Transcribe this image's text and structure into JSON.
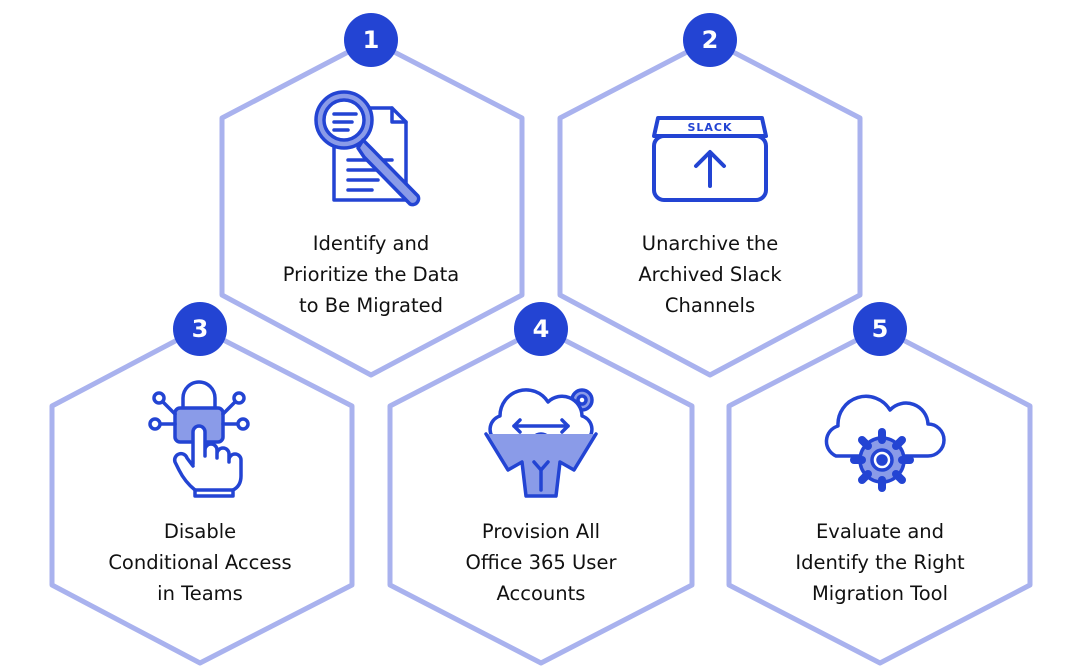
{
  "colors": {
    "hexagon_stroke": "#a9b2ee",
    "badge_fill": "#2344d3",
    "icon_stroke": "#2344d3",
    "icon_fill_light": "#8a9be8",
    "text": "#111111"
  },
  "steps": [
    {
      "number": "1",
      "label": "Identify and\nPrioritize the Data\nto Be Migrated",
      "icon": "document-magnifier-icon"
    },
    {
      "number": "2",
      "label": "Unarchive the\nArchived Slack\nChannels",
      "icon": "slack-archive-box-icon",
      "icon_text": "SLACK"
    },
    {
      "number": "3",
      "label": "Disable\nConditional Access\nin Teams",
      "icon": "hand-lock-icon"
    },
    {
      "number": "4",
      "label": "Provision All\nOffice 365 User\nAccounts",
      "icon": "user-cloud-provision-icon"
    },
    {
      "number": "5",
      "label": "Evaluate and\nIdentify the Right\nMigration Tool",
      "icon": "cloud-gear-icon"
    }
  ]
}
